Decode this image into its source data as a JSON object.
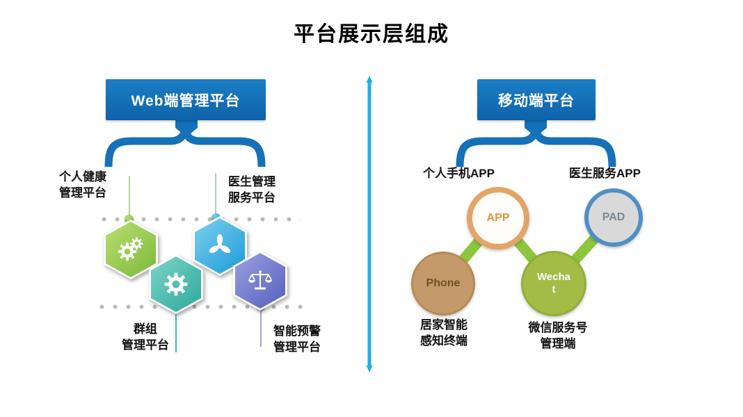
{
  "title": "平台展示层组成",
  "colors": {
    "header_bg": "#1470b8",
    "divider": "#29abe2",
    "brace": "#1571b8",
    "connector": "#8cc63f",
    "hex_green": "#8cc63f",
    "hex_teal": "#3fbdb0",
    "hex_blue": "#29abe2",
    "hex_purple": "#6b74cb",
    "app_ring": "#e2a567",
    "pad_ring": "#4f8fc6",
    "pad_fill": "#d9d9d9",
    "phone_fill": "#c49a6b",
    "wechat_fill": "#a2bc45"
  },
  "left": {
    "header": "Web端管理平台",
    "top_labels": [
      {
        "lines": [
          "个人健康",
          "管理平台"
        ]
      },
      {
        "lines": [
          "医生管理",
          "服务平台"
        ]
      }
    ],
    "bottom_labels": [
      {
        "lines": [
          "群组",
          "管理平台"
        ]
      },
      {
        "lines": [
          "智能预警",
          "管理平台"
        ]
      }
    ],
    "hexagons": [
      {
        "icon": "gears-icon",
        "color": "#8cc63f"
      },
      {
        "icon": "gear-icon",
        "color": "#3fbdb0"
      },
      {
        "icon": "fan-icon",
        "color": "#29abe2"
      },
      {
        "icon": "scales-icon",
        "color": "#6b74cb"
      }
    ]
  },
  "right": {
    "header": "移动端平台",
    "top_labels": [
      "个人手机APP",
      "医生服务APP"
    ],
    "circles": {
      "app": {
        "label": "APP"
      },
      "pad": {
        "label": "PAD"
      },
      "phone": {
        "label": "Phone"
      },
      "wechat": {
        "lines": [
          "Wecha",
          "t"
        ]
      }
    },
    "bottom_labels": [
      {
        "lines": [
          "居家智能",
          "感知终端"
        ]
      },
      {
        "lines": [
          "微信服务号",
          "管理端"
        ]
      }
    ]
  }
}
